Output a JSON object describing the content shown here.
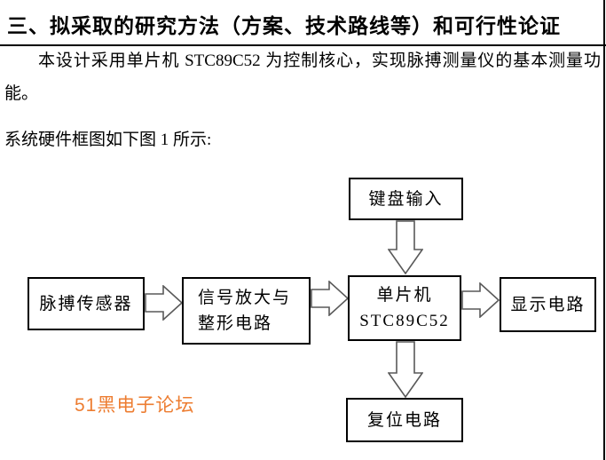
{
  "document": {
    "heading": "三、拟采取的研究方法（方案、技术路线等）和可行性论证",
    "paragraph": "本设计采用单片机 STC89C52 为控制核心，实现脉搏测量仪的基本测量功能。",
    "caption": "系统硬件框图如下图 1 所示:",
    "watermark": "51黑电子论坛",
    "watermark_color": "#ED7D31"
  },
  "diagram": {
    "keyboard": {
      "label": "键盘输入"
    },
    "pulse": {
      "label": "脉搏传感器"
    },
    "signal": {
      "line1": "信号放大与",
      "line2": "整形电路"
    },
    "mcu": {
      "line1": "单片机",
      "line2": "STC89C52"
    },
    "display": {
      "label": "显示电路"
    },
    "reset": {
      "label": "复位电路"
    },
    "arrows": {
      "keyboard_to_mcu": "down-block-arrow",
      "pulse_to_signal": "right-block-arrow",
      "signal_to_mcu": "right-block-arrow",
      "mcu_to_display": "right-block-arrow",
      "mcu_to_reset": "down-block-arrow"
    }
  }
}
